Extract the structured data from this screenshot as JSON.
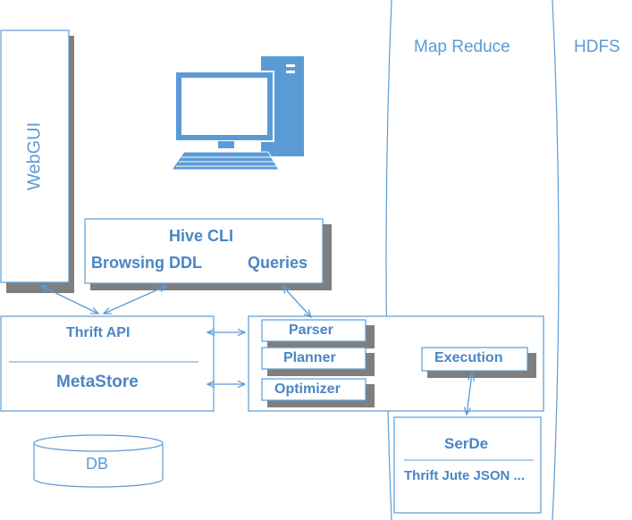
{
  "labels": {
    "webgui": "WebGUI",
    "hive_cli": "Hive CLI",
    "browsing_ddl": "Browsing DDL",
    "queries": "Queries",
    "thrift_api": "Thrift API",
    "metastore": "MetaStore",
    "parser": "Parser",
    "planner": "Planner",
    "optimizer": "Optimizer",
    "execution": "Execution",
    "serde": "SerDe",
    "serde_formats": "Thrift Jute JSON ...",
    "db": "DB",
    "map_reduce": "Map Reduce",
    "hdfs": "HDFS"
  },
  "colors": {
    "stroke": "#5b9bd5",
    "text": "#4a86c5",
    "shadow": "#7f7f7f",
    "computer_fill": "#5b9bd5"
  },
  "icons": {
    "computer": "desktop-computer-icon"
  }
}
